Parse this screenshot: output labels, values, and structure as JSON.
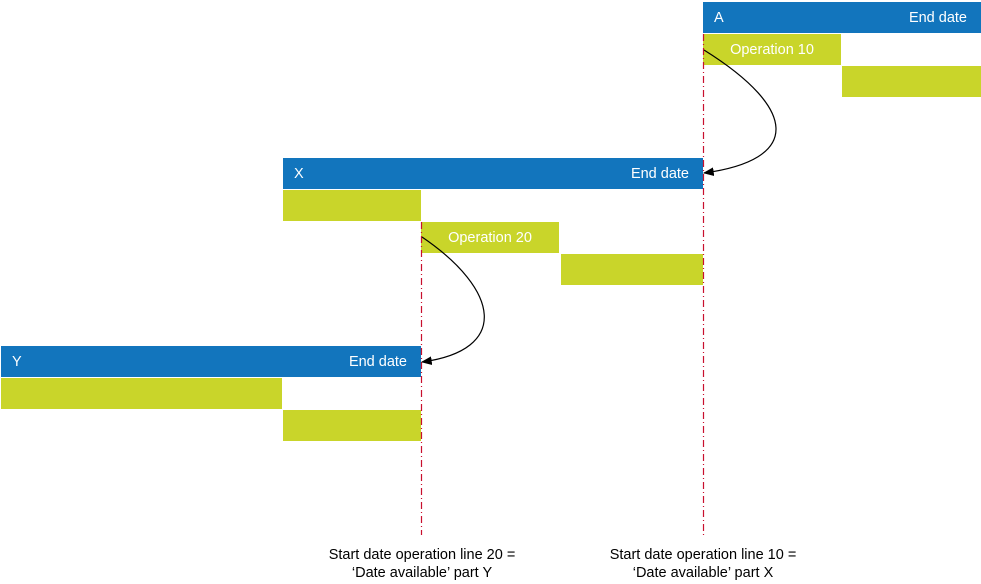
{
  "parts": {
    "a": {
      "name": "A",
      "end": "End date"
    },
    "x": {
      "name": "X",
      "end": "End date"
    },
    "y": {
      "name": "Y",
      "end": "End date"
    }
  },
  "operations": {
    "op10": "Operation 10",
    "op20": "Operation 20"
  },
  "captions": {
    "line20": {
      "line1": "Start date operation line 20 =",
      "line2": "‘Date available’ part Y"
    },
    "line10": {
      "line1": "Start date operation line 10 =",
      "line2": "‘Date available’ part X"
    }
  },
  "colors": {
    "part_bar": "#1275bd",
    "operation_bar": "#c9d52a",
    "marker_line": "#c8102e",
    "arrow": "#000000"
  }
}
